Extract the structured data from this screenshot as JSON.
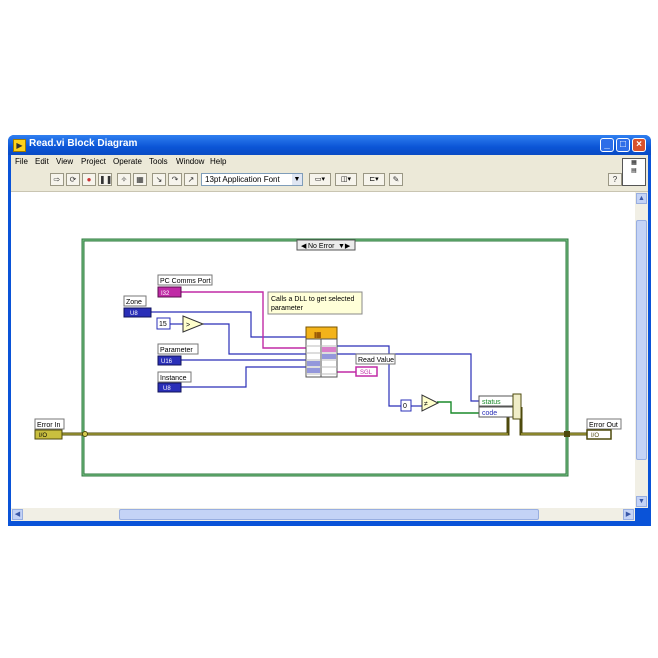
{
  "window": {
    "title": "Read.vi Block Diagram"
  },
  "menu": [
    "File",
    "Edit",
    "View",
    "Project",
    "Operate",
    "Tools",
    "Window",
    "Help"
  ],
  "toolbar": {
    "font_select": "13pt Application Font",
    "icons": [
      "run-arrow-icon",
      "run-continuous-icon",
      "abort-icon",
      "pause-icon",
      "highlight-execution-icon",
      "retain-wire-values-icon",
      "step-into-icon",
      "step-over-icon",
      "step-out-icon",
      "align-icon",
      "distribute-icon",
      "reorder-icon",
      "cleanup-icon",
      "help-icon"
    ]
  },
  "diagram": {
    "case_selector": "No Error",
    "comment": "Calls a DLL to get selected parameter",
    "labels": {
      "pc_comms_port": "PC Comms Port",
      "zone": "Zone",
      "parameter": "Parameter",
      "instance": "Instance",
      "read_value": "Read Value",
      "error_in": "Error In",
      "error_out": "Error Out",
      "status": "status",
      "code": "code"
    },
    "constants": {
      "const_15": "15",
      "const_0": "0"
    },
    "terminal_types": {
      "pc_comms_port": "I32",
      "zone": "U8",
      "parameter": "U16",
      "instance": "U8",
      "read_value": "SGL",
      "error_in": "I/O",
      "error_out": "I/O"
    }
  }
}
